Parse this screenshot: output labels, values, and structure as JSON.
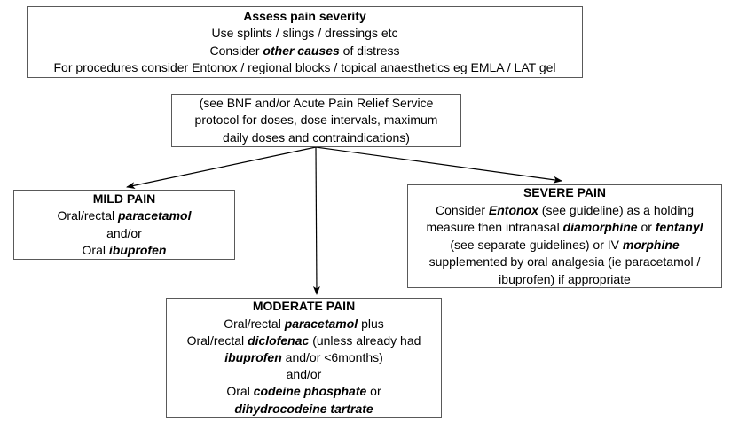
{
  "page": {
    "background_color": "#ffffff",
    "box_border_color": "#595959",
    "text_color": "#000000",
    "arrow_color": "#000000"
  },
  "boxes": {
    "assess": {
      "title": "Assess pain severity",
      "lines": [
        {
          "segments": [
            {
              "text": "Assess pain severity",
              "bold": true
            }
          ]
        },
        {
          "segments": [
            {
              "text": "Use splints / slings / dressings etc"
            }
          ]
        },
        {
          "segments": [
            {
              "text": "Consider "
            },
            {
              "text": "other causes",
              "bold": true,
              "italic": true
            },
            {
              "text": " of distress"
            }
          ]
        },
        {
          "segments": [
            {
              "text": "For procedures consider Entonox / regional blocks / topical anaesthetics eg EMLA / LAT gel"
            }
          ]
        }
      ]
    },
    "protocol": {
      "lines": [
        {
          "segments": [
            {
              "text": "(see BNF and/or Acute Pain Relief Service"
            }
          ]
        },
        {
          "segments": [
            {
              "text": "protocol for doses, dose intervals, maximum"
            }
          ]
        },
        {
          "segments": [
            {
              "text": "daily doses and contraindications)"
            }
          ]
        }
      ]
    },
    "mild": {
      "title": "MILD PAIN",
      "lines": [
        {
          "segments": [
            {
              "text": "MILD PAIN",
              "bold": true
            }
          ]
        },
        {
          "segments": [
            {
              "text": "Oral/rectal "
            },
            {
              "text": "paracetamol",
              "bold": true,
              "italic": true
            }
          ]
        },
        {
          "segments": [
            {
              "text": "and/or"
            }
          ]
        },
        {
          "segments": [
            {
              "text": "Oral "
            },
            {
              "text": "ibuprofen",
              "bold": true,
              "italic": true
            }
          ]
        }
      ]
    },
    "severe": {
      "title": "SEVERE PAIN",
      "lines": [
        {
          "segments": [
            {
              "text": "SEVERE PAIN",
              "bold": true
            }
          ]
        },
        {
          "segments": [
            {
              "text": "Consider "
            },
            {
              "text": "Entonox",
              "bold": true,
              "italic": true
            },
            {
              "text": " (see guideline) as a holding"
            }
          ]
        },
        {
          "segments": [
            {
              "text": "measure then intranasal "
            },
            {
              "text": "diamorphine",
              "bold": true,
              "italic": true
            },
            {
              "text": " or "
            },
            {
              "text": "fentanyl",
              "bold": true,
              "italic": true
            }
          ]
        },
        {
          "segments": [
            {
              "text": "(see separate guidelines) or IV "
            },
            {
              "text": "morphine",
              "bold": true,
              "italic": true
            }
          ]
        },
        {
          "segments": [
            {
              "text": "supplemented by oral analgesia (ie paracetamol /"
            }
          ]
        },
        {
          "segments": [
            {
              "text": "ibuprofen) if appropriate"
            }
          ]
        }
      ]
    },
    "moderate": {
      "title": "MODERATE PAIN",
      "lines": [
        {
          "segments": [
            {
              "text": "MODERATE PAIN",
              "bold": true
            }
          ]
        },
        {
          "segments": [
            {
              "text": "Oral/rectal "
            },
            {
              "text": "paracetamol",
              "bold": true,
              "italic": true
            },
            {
              "text": " plus"
            }
          ]
        },
        {
          "segments": [
            {
              "text": "Oral/rectal "
            },
            {
              "text": "diclofenac",
              "bold": true,
              "italic": true
            },
            {
              "text": " (unless already had"
            }
          ]
        },
        {
          "segments": [
            {
              "text": "ibuprofen",
              "bold": true,
              "italic": true
            },
            {
              "text": " and/or <6months)"
            }
          ]
        },
        {
          "segments": [
            {
              "text": "and/or"
            }
          ]
        },
        {
          "segments": [
            {
              "text": "Oral "
            },
            {
              "text": "codeine phosphate",
              "bold": true,
              "italic": true
            },
            {
              "text": " or"
            }
          ]
        },
        {
          "segments": [
            {
              "text": "dihydrocodeine tartrate",
              "bold": true,
              "italic": true
            }
          ]
        }
      ]
    }
  }
}
